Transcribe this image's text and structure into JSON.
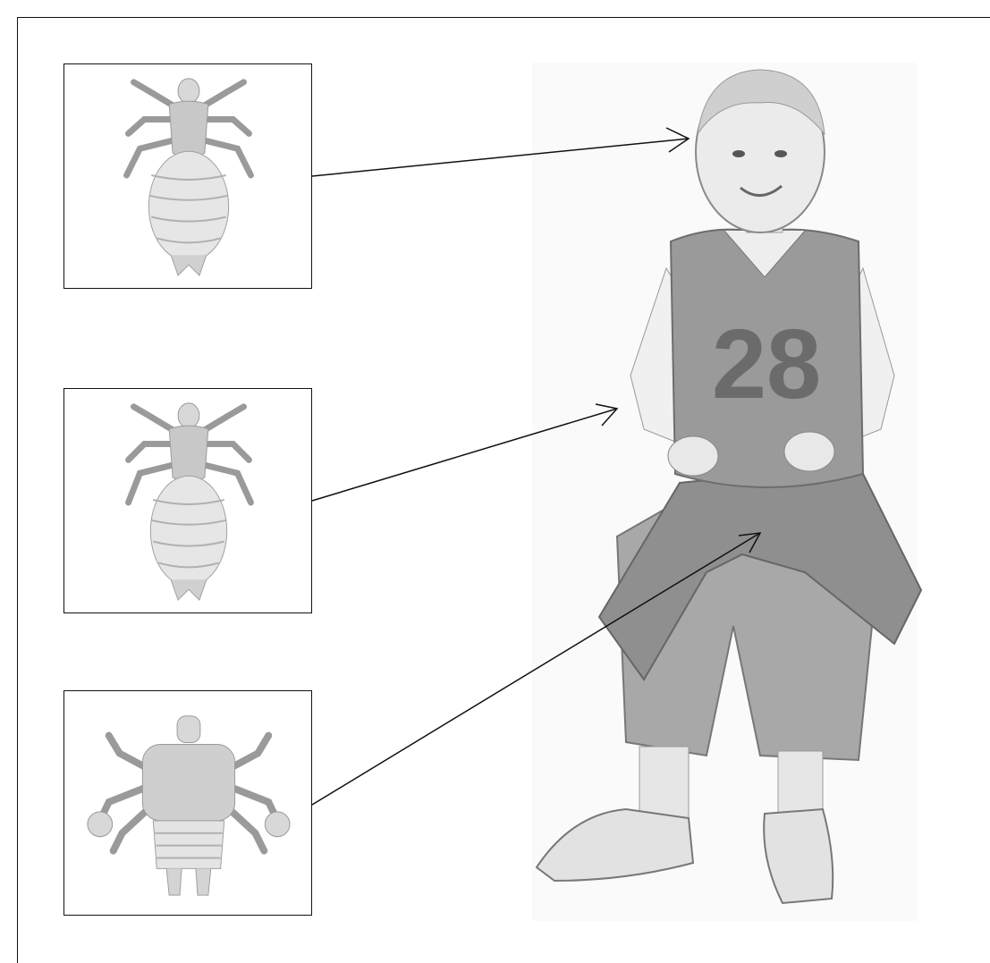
{
  "figure": {
    "jersey_number": "28"
  },
  "panels": [
    {
      "target": "head",
      "icon": "head-louse-icon"
    },
    {
      "target": "body",
      "icon": "body-louse-icon"
    },
    {
      "target": "pubic",
      "icon": "crab-louse-icon"
    }
  ],
  "colors": {
    "line": "#111111",
    "shading": "#8a8a8a",
    "jersey": "#9a9a9a",
    "number": "#6b6b6b",
    "background": "#ffffff"
  }
}
